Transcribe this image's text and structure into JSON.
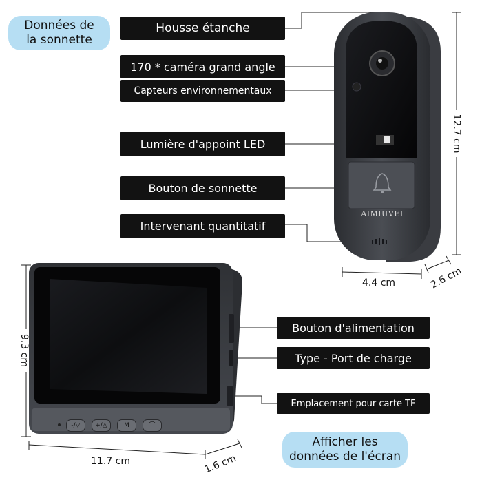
{
  "doorbell_bubble": "Données de\nla sonnette",
  "screen_bubble": "Afficher les\ndonnées de l'écran",
  "doorbell_callouts": [
    "Housse étanche",
    "170 * caméra grand angle",
    "Capteurs environnementaux",
    "Lumière d'appoint LED",
    "Bouton de sonnette",
    "Intervenant quantitatif"
  ],
  "monitor_callouts": [
    "Bouton d'alimentation",
    "Type - Port de charge",
    "Emplacement pour carte TF"
  ],
  "brand": "AIMIUVEI",
  "dimensions": {
    "doorbell_height": "12.7 cm",
    "doorbell_width": "4.4 cm",
    "doorbell_depth": "2.6 cm",
    "monitor_height": "9.3 cm",
    "monitor_width": "11.7 cm",
    "monitor_depth": "1.6 cm"
  },
  "monitor_buttons": [
    "-/▽",
    "+/△",
    "M",
    "⌒"
  ],
  "colors": {
    "bubble": "#b6def3",
    "callout": "#121212",
    "device_body": "#3a3d42",
    "device_glass": "#0b0b0d"
  }
}
